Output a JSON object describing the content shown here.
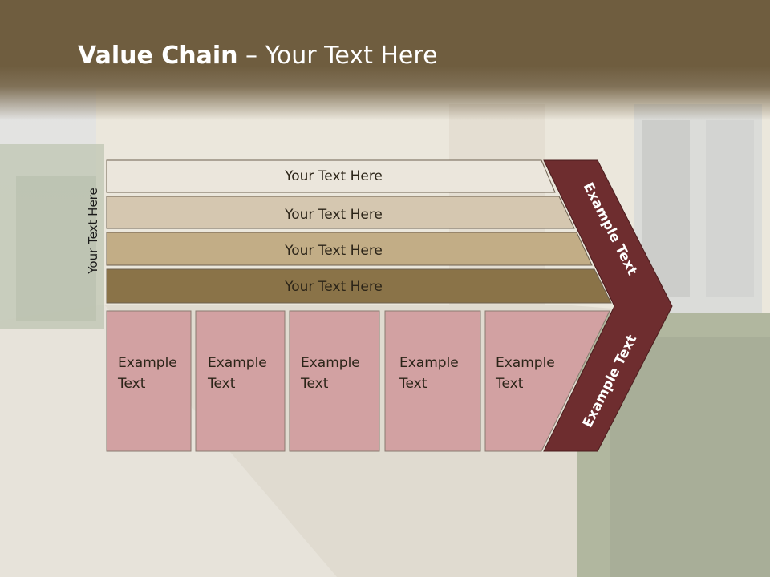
{
  "title": {
    "bold": "Value Chain",
    "rest": " – Your Text Here"
  },
  "side_label": "Your Text Here",
  "bars": [
    "Your Text Here",
    "Your Text Here",
    "Your Text Here",
    "Your Text Here"
  ],
  "boxes": [
    {
      "line1": "Example",
      "line2": "Text"
    },
    {
      "line1": "Example",
      "line2": "Text"
    },
    {
      "line1": "Example",
      "line2": "Text"
    },
    {
      "line1": "Example",
      "line2": "Text"
    },
    {
      "line1": "Example",
      "line2": "Text"
    }
  ],
  "arrow": {
    "upper": "Example Text",
    "lower": "Example Text"
  },
  "colors": {
    "header": "#6f5d3f",
    "bar1": "#ebe6dc",
    "bar2": "#d5c7b0",
    "bar3": "#c2ad86",
    "bar4": "#8a7348",
    "box": "#d2a1a2",
    "arrow": "#6e2d2f"
  }
}
